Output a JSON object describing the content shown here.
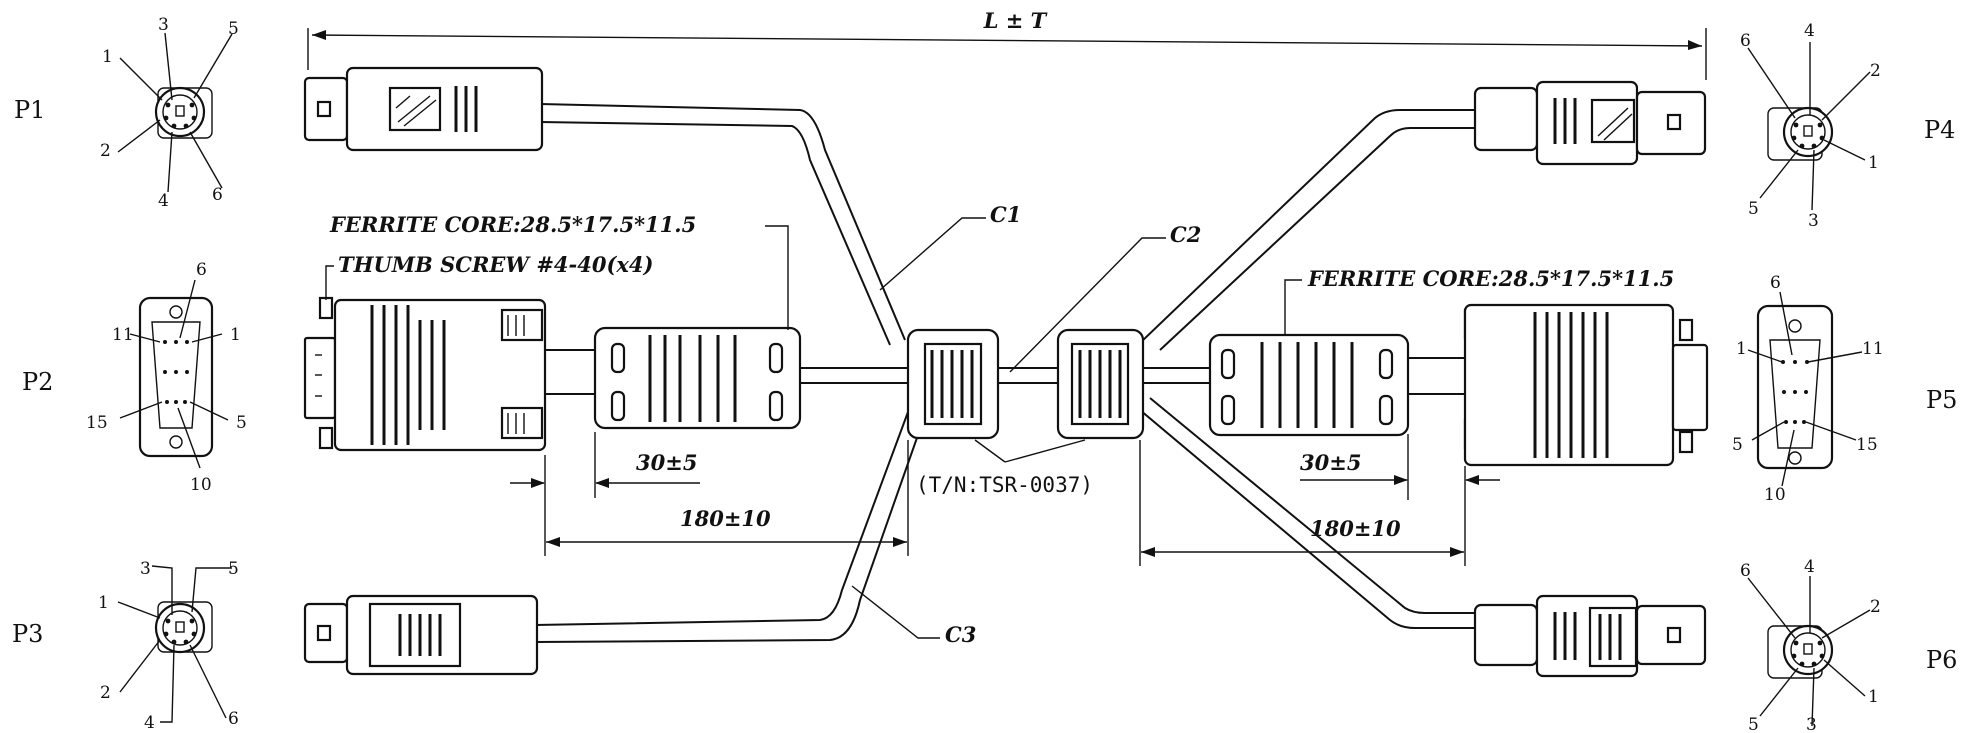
{
  "dimensions": {
    "overall_length": "L ± T",
    "ferrite_offset_left": "30±5",
    "ferrite_offset_right": "30±5",
    "branch_length_left": "180±10",
    "branch_length_right": "180±10"
  },
  "notes": {
    "ferrite_left": "FERRITE CORE:28.5*17.5*11.5",
    "thumb_screw": "THUMB SCREW #4-40(x4)",
    "ferrite_right": "FERRITE CORE:28.5*17.5*11.5",
    "part_number": "(T/N:TSR-0037)"
  },
  "cables": {
    "c1": "C1",
    "c2": "C2",
    "c3": "C3"
  },
  "connectors": {
    "p1": {
      "label": "P1",
      "pins": [
        "3",
        "5",
        "1",
        "2",
        "4",
        "6"
      ]
    },
    "p2": {
      "label": "P2",
      "pins": [
        "6",
        "11",
        "1",
        "15",
        "5",
        "10"
      ]
    },
    "p3": {
      "label": "P3",
      "pins": [
        "3",
        "5",
        "1",
        "2",
        "4",
        "6"
      ]
    },
    "p4": {
      "label": "P4",
      "pins": [
        "6",
        "4",
        "2",
        "1",
        "5",
        "3"
      ]
    },
    "p5": {
      "label": "P5",
      "pins": [
        "6",
        "1",
        "11",
        "5",
        "15",
        "10"
      ]
    },
    "p6": {
      "label": "P6",
      "pins": [
        "6",
        "4",
        "2",
        "1",
        "5",
        "3"
      ]
    }
  }
}
